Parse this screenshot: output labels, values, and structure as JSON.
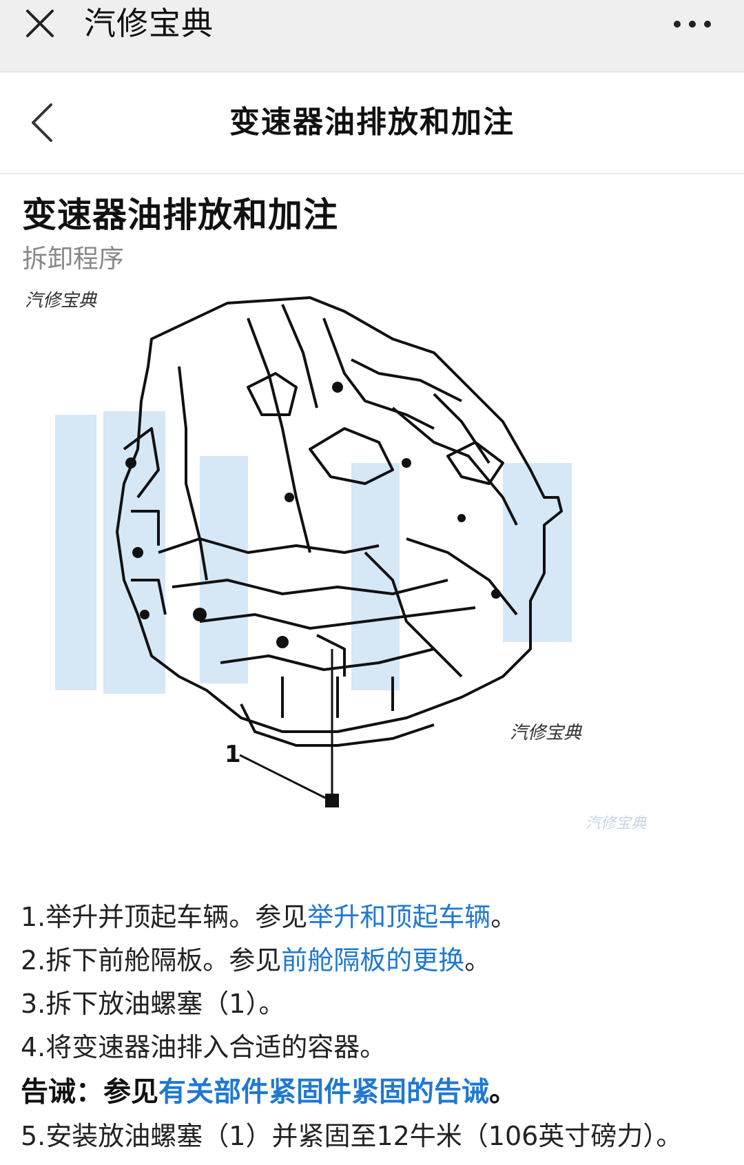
{
  "app": {
    "title": "汽修宝典",
    "close_icon": "close-icon",
    "more_icon": "more-horizontal-icon"
  },
  "nav": {
    "title": "变速器油排放和加注",
    "back_icon": "chevron-left-icon"
  },
  "content": {
    "title": "变速器油排放和加注",
    "subtitle": "拆卸程序",
    "figure": {
      "watermark_small": "汽修宝典",
      "callout": "1"
    },
    "steps": [
      {
        "num": "1.",
        "text": "举升并顶起车辆。参见",
        "link": "举升和顶起车辆",
        "end": "。"
      },
      {
        "num": "2.",
        "text": "拆下前舱隔板。参见",
        "link": "前舱隔板的更换",
        "end": "。"
      },
      {
        "num": "3.",
        "text": "拆下放油螺塞（1）。",
        "link": "",
        "end": ""
      },
      {
        "num": "4.",
        "text": "将变速器油排入合适的容器。",
        "link": "",
        "end": ""
      }
    ],
    "warning": {
      "label": "告诫：",
      "text": "参见",
      "link": "有关部件紧固件紧固的告诫",
      "end": "。"
    },
    "step5": {
      "num": "5.",
      "text": "安装放油螺塞（1）并紧固至12牛米（106英寸磅力）。"
    }
  },
  "colors": {
    "link": "#1f78d1",
    "topbar_bg": "#efefef",
    "watermark": "#b9d7f0"
  }
}
